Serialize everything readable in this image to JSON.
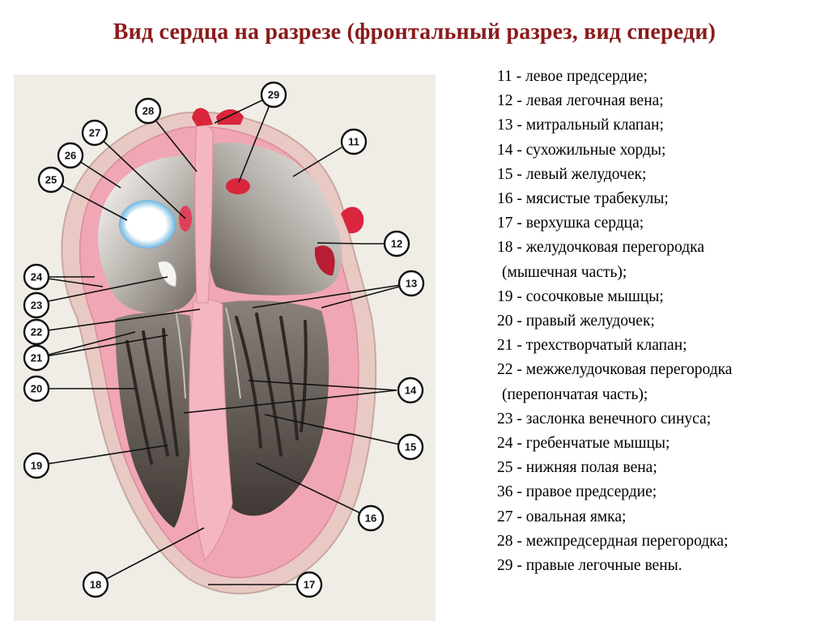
{
  "title": "Вид сердца на разрезе (фронтальный разрез, вид спереди)",
  "labels": [
    "11",
    "12",
    "13",
    "14",
    "15",
    "16",
    "17",
    "18",
    "19",
    "20",
    "21",
    "22",
    "23",
    "24",
    "25",
    "26",
    "27",
    "28",
    "29"
  ],
  "legend": [
    {
      "text": "11 - левое предсердие;"
    },
    {
      "text": "12 - левая легочная вена;"
    },
    {
      "text": "13 - митральный клапан;"
    },
    {
      "text": "14 - сухожильные хорды;"
    },
    {
      "text": "15 - левый желудочек;"
    },
    {
      "text": "16 - мясистые трабекулы;"
    },
    {
      "text": "17 - верхушка сердца;"
    },
    {
      "text": "18 - желудочковая перегородка",
      "cont": "(мышечная часть);"
    },
    {
      "text": "19 - сосочковые мышцы;"
    },
    {
      "text": "20 - правый желудочек;"
    },
    {
      "text": "21 - трехстворчатый клапан;"
    },
    {
      "text": "22 - межжелудочковая перегородка",
      "cont": "(перепончатая часть);"
    },
    {
      "text": "23 - заслонка венечного синуса;"
    },
    {
      "text": "24 - гребенчатые мышцы;"
    },
    {
      "text": "25 - нижняя полая вена;"
    },
    {
      "text": "36 - правое предсердие;"
    },
    {
      "text": "27 - овальная ямка;"
    },
    {
      "text": "28 - межпредсердная перегородка;"
    },
    {
      "text": "29 - правые легочные вены."
    }
  ],
  "colors": {
    "title": "#8b1a1a",
    "myocardium": "#f0a6b4",
    "wall_outer": "#e8c9c4",
    "chamber_dark": "#5f5550",
    "chamber_light": "#b9b4ae",
    "vessel": "#d9263d",
    "background": "#efede6"
  }
}
